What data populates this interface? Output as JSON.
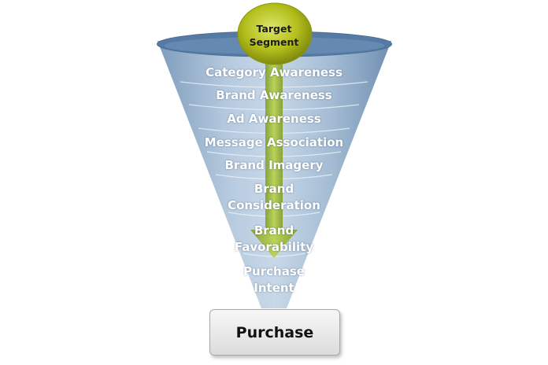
{
  "diagram": {
    "target_segment": [
      "Target",
      "Segment"
    ],
    "stages": [
      [
        "Category Awareness"
      ],
      [
        "Brand Awareness"
      ],
      [
        "Ad Awareness"
      ],
      [
        "Message Association"
      ],
      [
        "Brand Imagery"
      ],
      [
        "Brand",
        "Consideration"
      ],
      [
        "Brand",
        "Favorability"
      ],
      [
        "Purchase",
        "Intent"
      ]
    ],
    "purchase": "Purchase"
  },
  "colors": {
    "funnel_fill": "#9ab4cf",
    "funnel_dark": "#6f8fb2",
    "target_circle": "#b3bf1c",
    "arrow": "#a7c63c",
    "purchase_box": "#e6e6e6"
  }
}
